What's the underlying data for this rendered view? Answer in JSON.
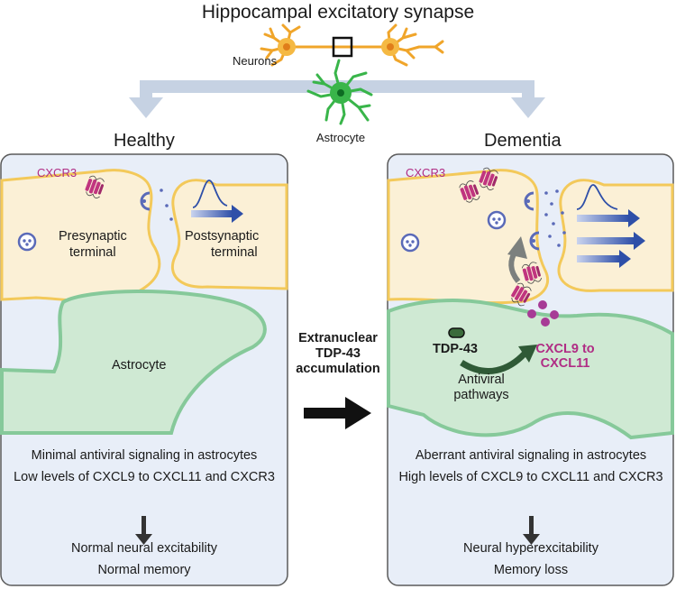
{
  "title": "Hippocampal excitatory synapse",
  "top": {
    "neurons_label": "Neurons",
    "astrocyte_label": "Astrocyte"
  },
  "healthy": {
    "heading": "Healthy",
    "receptor_label": "CXCR3",
    "presynaptic_label_1": "Presynaptic",
    "presynaptic_label_2": "terminal",
    "postsynaptic_label_1": "Postsynaptic",
    "postsynaptic_label_2": "terminal",
    "astrocyte_label": "Astrocyte",
    "line1": "Minimal antiviral signaling in astrocytes",
    "line2": "Low levels of CXCL9 to CXCL11 and CXCR3",
    "outcome1": "Normal neural excitability",
    "outcome2": "Normal memory"
  },
  "transition": {
    "line1": "Extranuclear",
    "line2": "TDP-43",
    "line3": "accumulation"
  },
  "dementia": {
    "heading": "Dementia",
    "receptor_label": "CXCR3",
    "tdp43_label": "TDP-43",
    "chemokine_label_1": "CXCL9 to",
    "chemokine_label_2": "CXCL11",
    "pathway_label_1": "Antiviral",
    "pathway_label_2": "pathways",
    "line1": "Aberrant antiviral signaling in astrocytes",
    "line2": "High levels of CXCL9 to CXCL11 and CXCR3",
    "outcome1": "Neural hyperexcitability",
    "outcome2": "Memory loss"
  },
  "colors": {
    "panel_bg": "#e8eef8",
    "panel_border": "#5a5a5a",
    "neuron_fill": "#fbf0d6",
    "neuron_stroke": "#f3c95a",
    "astro_fill": "#cfe9d3",
    "astro_stroke": "#86c99a",
    "receptor": "#c0357f",
    "vesicle": "#5a6ab8",
    "signal_arrow": "#2e4fa8",
    "grey_arrow": "#c6d2e3",
    "chemokine": "#a73b96"
  }
}
